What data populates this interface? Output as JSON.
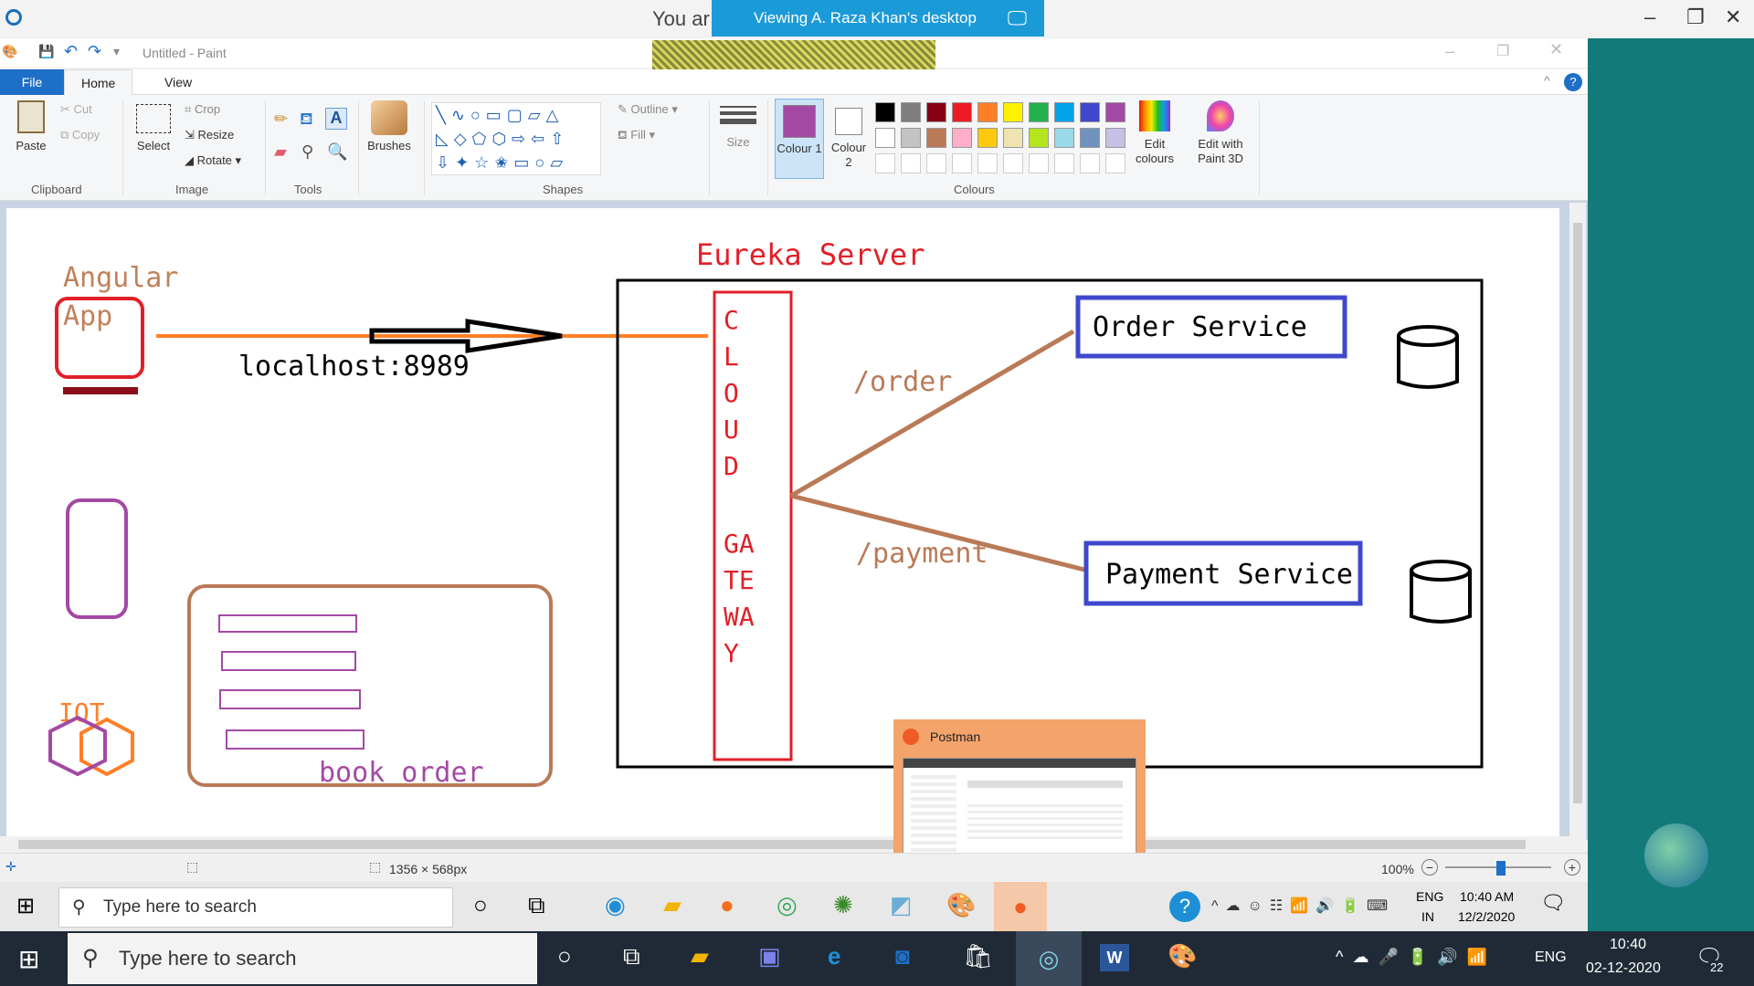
{
  "remote": {
    "you_are_text": "You ar",
    "banner_text": "Viewing A. Raza Khan's desktop"
  },
  "paint": {
    "title": "Untitled - Paint",
    "tabs": [
      "File",
      "Home",
      "View"
    ],
    "clipboard": {
      "paste": "Paste",
      "cut": "Cut",
      "copy": "Copy",
      "label": "Clipboard"
    },
    "image": {
      "select": "Select",
      "crop": "Crop",
      "resize": "Resize",
      "rotate": "Rotate",
      "label": "Image"
    },
    "tools": {
      "label": "Tools"
    },
    "brushes": {
      "label": "Brushes"
    },
    "shapes": {
      "outline": "Outline",
      "fill": "Fill",
      "label": "Shapes"
    },
    "size": {
      "label": "Size"
    },
    "colours": {
      "colour1": "Colour 1",
      "colour2": "Colour 2",
      "edit_colours": "Edit colours",
      "edit_paint3d": "Edit with Paint 3D",
      "label": "Colours",
      "row1": [
        "#000000",
        "#7f7f7f",
        "#880015",
        "#ed1c24",
        "#ff7f27",
        "#fff200",
        "#22b14c",
        "#00a2e8",
        "#3f48cc",
        "#a349a4"
      ],
      "row2": [
        "#ffffff",
        "#c3c3c3",
        "#b97a57",
        "#ffaec9",
        "#ffc90e",
        "#efe4b0",
        "#b5e61d",
        "#99d9ea",
        "#7092be",
        "#c8bfe7"
      ],
      "colour1_value": "#a349a4",
      "colour2_value": "#ffffff"
    },
    "status": {
      "dimensions": "1356 × 568px",
      "zoom": "100%"
    }
  },
  "drawing": {
    "angular_label": "Angular",
    "app_label": "App",
    "localhost": "localhost:8989",
    "eureka": "Eureka Server",
    "gateway_letters": [
      "C",
      "L",
      "O",
      "U",
      "D",
      "GA",
      "TE",
      "WA",
      "Y"
    ],
    "order_path": "/order",
    "payment_path": "/payment",
    "order_service": "Order Service",
    "payment_service": "Payment Service",
    "iot": "IOT",
    "book_order": "book order"
  },
  "postman": {
    "title": "Postman"
  },
  "inner_taskbar": {
    "search_placeholder": "Type here to search",
    "lang": "ENG",
    "region": "IN",
    "time": "10:40 AM",
    "date": "12/2/2020"
  },
  "outer_taskbar": {
    "search_placeholder": "Type here to search",
    "lang": "ENG",
    "time": "10:40",
    "date": "02-12-2020",
    "notifications": "22"
  }
}
